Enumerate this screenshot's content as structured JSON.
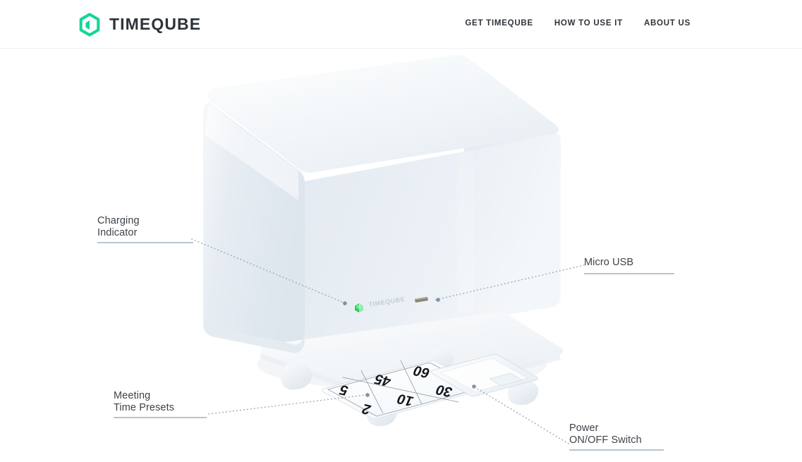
{
  "header": {
    "brand": {
      "name": "TIMEQUBE",
      "logo_icon": "hexagon-cube-icon",
      "logo_color": "#18d498"
    },
    "nav": [
      {
        "label": "GET TIMEQUBE"
      },
      {
        "label": "HOW TO USE IT"
      },
      {
        "label": "ABOUT US"
      }
    ]
  },
  "product": {
    "name": "Timeqube",
    "face_logo_text": "TIMEQUBE",
    "face_logo_icon": "hexagon-cube-icon",
    "indicator_color": "#2bd35f",
    "body_color": "#e4eaf0",
    "top_face_color": "#eef2f6",
    "keypad_presets": [
      "5",
      "45",
      "60",
      "2",
      "10",
      "30"
    ],
    "keypad_rows": [
      [
        "5",
        "45",
        "60"
      ],
      [
        "2",
        "10",
        "30"
      ]
    ]
  },
  "callouts": [
    {
      "id": "charging-indicator",
      "line1": "Charging",
      "line2": "Indicator"
    },
    {
      "id": "micro-usb",
      "line1": "Micro USB",
      "line2": ""
    },
    {
      "id": "meeting-time-presets",
      "line1": "Meeting",
      "line2": "Time Presets"
    },
    {
      "id": "power-switch",
      "line1": "Power",
      "line2": "ON/OFF Switch"
    }
  ],
  "colors": {
    "accent": "#18d498",
    "text": "#2d3339",
    "callout_text": "#3d4349",
    "rule": "#b8c4cf",
    "leader": "#93a6b8",
    "background": "#ffffff",
    "header_border": "#eef0f2"
  }
}
